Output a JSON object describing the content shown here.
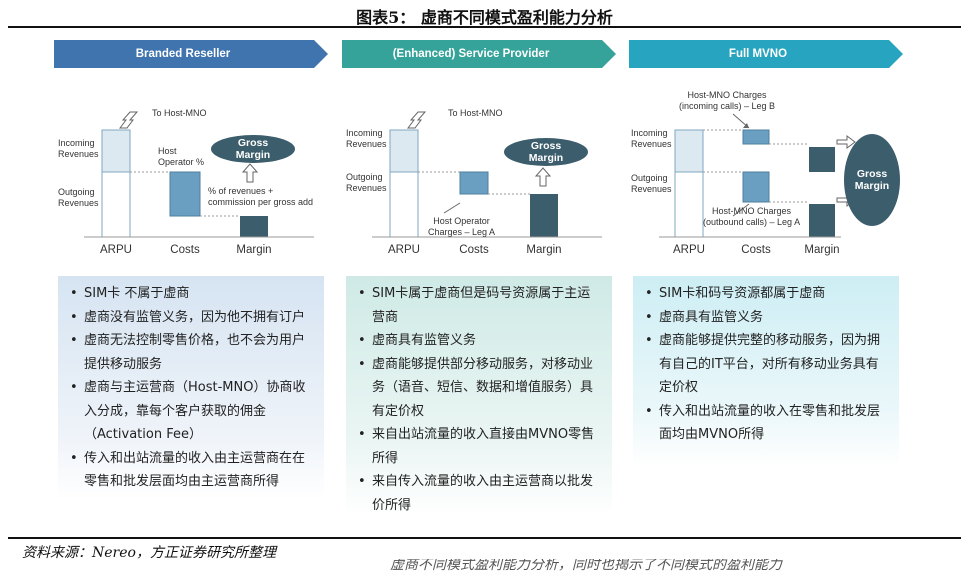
{
  "figure_title": "图表5：  虚商不同模式盈利能力分析",
  "source": "资料来源：Nereo，方正证券研究所整理",
  "cutoff_text": "虚商不同模式盈利能力分析，同时也揭示了不同模式的盈利能力",
  "colors": {
    "banner_blue": "#3f74ae",
    "banner_teal": "#36a39a",
    "banner_cyan": "#27a4bf",
    "bar_light": "#dde9f1",
    "bar_mid": "#6a9fc1",
    "bar_dark": "#3b5d6c",
    "oval": "#3b5d6c"
  },
  "panels": [
    {
      "banner": "Branded Reseller",
      "labels": {
        "to_host": "To Host-MNO",
        "incoming": "Incoming\nRevenues",
        "outgoing": "Outgoing\nRevenues",
        "host_pct": "Host\nOperator %",
        "commission": "% of revenues +\ncommission per gross add",
        "gross_margin": "Gross\nMargin"
      },
      "axis": [
        "ARPU",
        "Costs",
        "Margin"
      ],
      "bullets": [
        "SIM卡 不属于虚商",
        "虚商没有监管义务，因为他不拥有订户",
        "虚商无法控制零售价格，也不会为用户提供移动服务",
        "虚商与主运营商（Host-MNO）协商收入分成，靠每个客户获取的佣金（Activation Fee）",
        "传入和出站流量的收入由主运营商在在零售和批发层面均由主运营商所得"
      ]
    },
    {
      "banner": "(Enhanced) Service Provider",
      "labels": {
        "to_host": "To Host-MNO",
        "incoming": "Incoming\nRevenues",
        "outgoing": "Outgoing\nRevenues",
        "leg_a": "Host Operator\nCharges – Leg A",
        "gross_margin": "Gross\nMargin"
      },
      "axis": [
        "ARPU",
        "Costs",
        "Margin"
      ],
      "bullets": [
        "SIM卡属于虚商但是码号资源属于主运营商",
        "虚商具有监管义务",
        "虚商能够提供部分移动服务，对移动业务（语音、短信、数据和增值服务）具有定价权",
        "来自出站流量的收入直接由MVNO零售所得",
        "来自传入流量的收入由主运营商以批发价所得"
      ]
    },
    {
      "banner": "Full MVNO",
      "labels": {
        "leg_b": "Host-MNO Charges\n(incoming calls) – Leg B",
        "incoming": "Incoming\nRevenues",
        "outgoing": "Outgoing\nRevenues",
        "leg_a": "Host-MNO Charges\n(outbound calls) – Leg A",
        "gross_margin": "Gross\nMargin"
      },
      "axis": [
        "ARPU",
        "Costs",
        "Margin"
      ],
      "bullets": [
        "SIM卡和码号资源都属于虚商",
        "虚商具有监管义务",
        "虚商能够提供完整的移动服务，因为拥有自己的IT平台，对所有移动业务具有定价权",
        "传入和出站流量的收入在零售和批发层面均由MVNO所得"
      ]
    }
  ]
}
